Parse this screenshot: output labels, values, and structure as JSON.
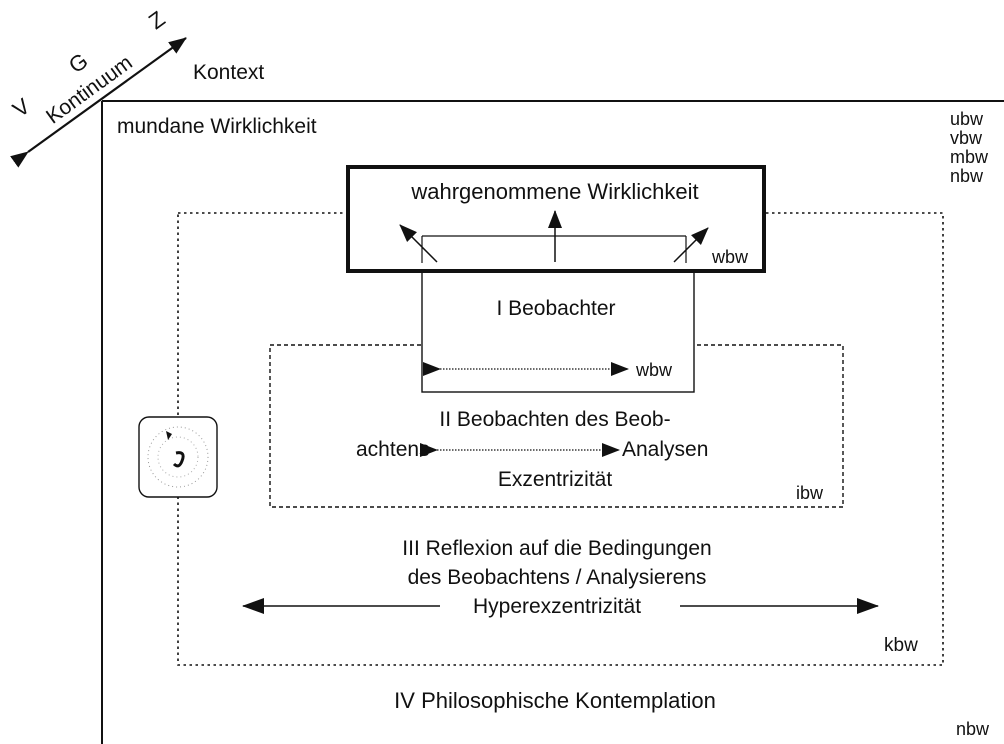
{
  "axis": {
    "left_label": "V",
    "middle_label": "Kontinuum",
    "top_label": "G",
    "right_label": "Z"
  },
  "context_label": "Kontext",
  "mundane_label": "mundane Wirklichkeit",
  "right_labels": [
    "ubw",
    "vbw",
    "mbw",
    "nbw"
  ],
  "perceived_reality": {
    "title": "wahrgenommene Wirklichkeit",
    "tag": "wbw"
  },
  "level_1": {
    "title": "I Beobachter",
    "tag": "wbw"
  },
  "level_2": {
    "line1": "II Beobachten des Beob-",
    "line2_left": "achtens",
    "line2_right": "Analysen",
    "line3": "Exzentrizität",
    "tag": "ibw"
  },
  "level_3": {
    "line1": "III Reflexion auf die Bedingungen",
    "line2": "des Beobachtens / Analysierens",
    "line3": "Hyperexzentrizität",
    "tag": "kbw"
  },
  "level_4": {
    "title": "IV Philosophische Kontemplation"
  },
  "bottom_right_label": "nbw"
}
